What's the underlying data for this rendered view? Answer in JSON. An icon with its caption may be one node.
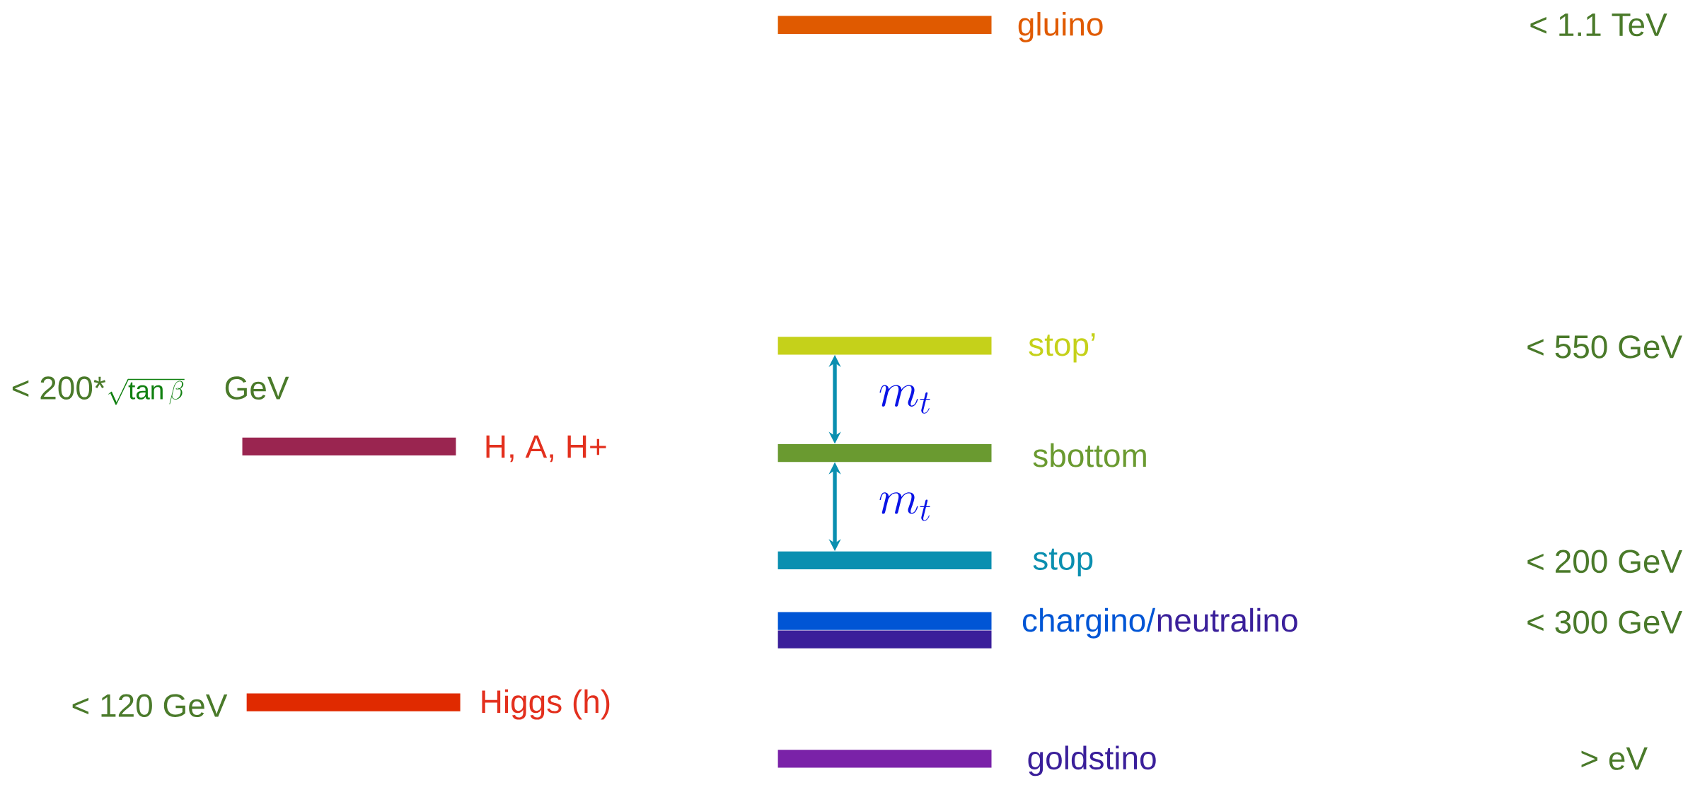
{
  "diagram": {
    "nodes": [
      {
        "text": [
          "gluino"
        ]
      },
      {
        "text": [
          "stop’"
        ]
      },
      {
        "text": [
          "H, A, H+"
        ],
        "beside": [
          "< 200*",
          "\\sqrt{\\tan\\beta}",
          "GeV"
        ]
      },
      {
        "text": [
          "sbottom"
        ]
      },
      {
        "text": [
          "stop"
        ]
      },
      {
        "text": [
          "chargino/",
          "neutralino"
        ]
      },
      {
        "text": [],
        "shape": "bar"
      },
      {
        "text": [
          "Higgs (h)"
        ],
        "beside": [
          "< 120 GeV"
        ]
      },
      {
        "text": [
          "goldstino"
        ]
      }
    ],
    "edges": [
      {
        "from": 1,
        "to": 3,
        "arrow": "both",
        "label": "m_t"
      },
      {
        "from": 3,
        "to": 4,
        "arrow": "both",
        "label": "m_t"
      }
    ],
    "labels": [
      "< 1.1 TeV",
      "< 550 GeV",
      "< 200 GeV",
      "< 300 GeV",
      "> eV"
    ]
  }
}
